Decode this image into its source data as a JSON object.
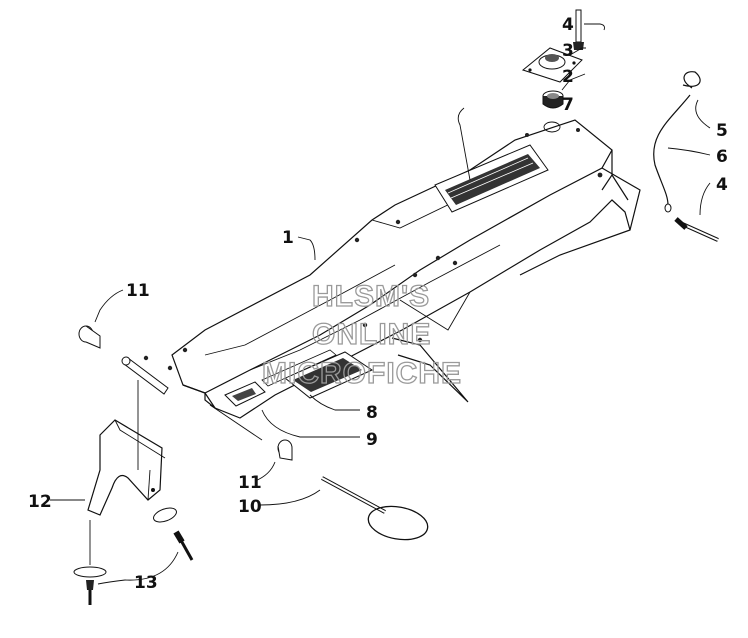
{
  "diagram": {
    "callouts": [
      {
        "id": "c4a",
        "label": "4"
      },
      {
        "id": "c3",
        "label": "3"
      },
      {
        "id": "c2",
        "label": "2"
      },
      {
        "id": "c7",
        "label": "7"
      },
      {
        "id": "c5",
        "label": "5"
      },
      {
        "id": "c6",
        "label": "6"
      },
      {
        "id": "c4b",
        "label": "4"
      },
      {
        "id": "c1",
        "label": "1"
      },
      {
        "id": "c11a",
        "label": "11"
      },
      {
        "id": "c8",
        "label": "8"
      },
      {
        "id": "c9",
        "label": "9"
      },
      {
        "id": "c11b",
        "label": "11"
      },
      {
        "id": "c10",
        "label": "10"
      },
      {
        "id": "c12",
        "label": "12"
      },
      {
        "id": "c13",
        "label": "13"
      }
    ]
  },
  "watermark": {
    "line1": "HLSM'S",
    "line2": "ONLINE",
    "line3": "MICROFICHE"
  }
}
